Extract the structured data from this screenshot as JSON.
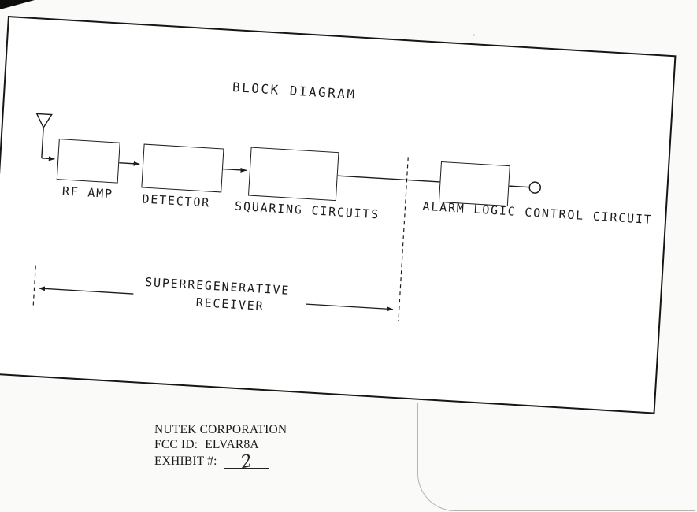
{
  "diagram": {
    "title": "BLOCK DIAGRAM",
    "blocks": [
      "RF AMP",
      "DETECTOR",
      "SQUARING CIRCUITS",
      "ALARM LOGIC CONTROL CIRCUIT"
    ],
    "receiver_span": {
      "line1": "SUPERREGENERATIVE",
      "line2": "RECEIVER"
    }
  },
  "footer": {
    "company": "NUTEK CORPORATION",
    "fcc_id_label": "FCC ID:",
    "fcc_id_value": "ELVAR8A",
    "exhibit_label": "EXHIBIT #:",
    "exhibit_number": "2"
  },
  "colors": {
    "ink": "#1c1c1c",
    "paper": "#ffffff"
  }
}
